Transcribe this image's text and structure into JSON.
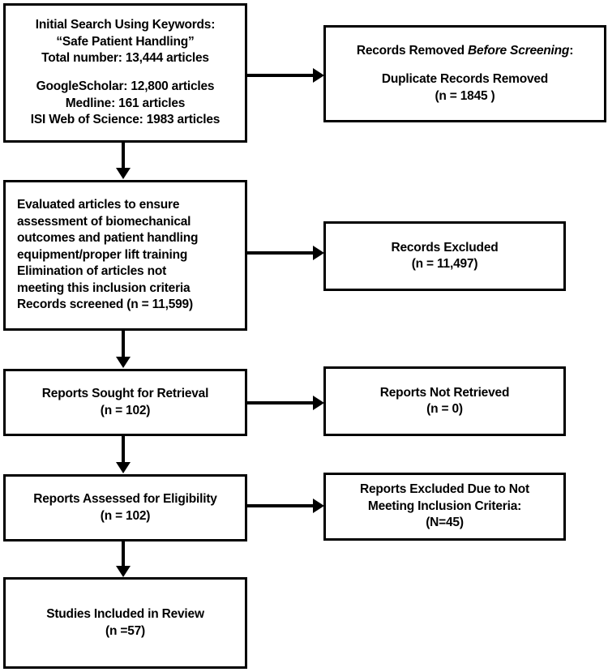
{
  "diagram": {
    "type": "prisma-flow-diagram",
    "title": "PRISMA study selection flow diagram",
    "background_color": "#ffffff",
    "line_color": "#000000"
  },
  "boxes": {
    "identification": {
      "line1": "Initial Search Using Keywords:",
      "line2": "“Safe Patient Handling”",
      "line3": "Total number: 13,444 articles",
      "line4": "GoogleScholar: 12,800 articles",
      "line5": "Medline: 161 articles",
      "line6": "ISI Web of Science: 1983 articles"
    },
    "removed_before_screening": {
      "line1_prefix": "Records Removed ",
      "line1_italic": "Before Screening",
      "line1_suffix": ":",
      "line2": "Duplicate Records Removed",
      "line3": "(n = 1845 )"
    },
    "screening": {
      "line1": "Evaluated articles to ensure",
      "line2": "assessment of biomechanical",
      "line3": "outcomes and patient handling",
      "line4": "equipment/proper lift training",
      "line5": "Elimination of articles not",
      "line6": "meeting this inclusion criteria",
      "line7": "Records screened (n = 11,599)"
    },
    "records_excluded": {
      "line1": "Records Excluded",
      "line2": "(n = 11,497)"
    },
    "reports_sought": {
      "line1": "Reports Sought for Retrieval",
      "line2": "(n = 102)"
    },
    "reports_not_retrieved": {
      "line1": "Reports Not Retrieved",
      "line2": "(n = 0)"
    },
    "reports_assessed": {
      "line1": "Reports Assessed for Eligibility",
      "line2": "(n = 102)"
    },
    "reports_excluded_eligibility": {
      "line1": "Reports Excluded Due to Not",
      "line2": "Meeting Inclusion Criteria:",
      "line3": "(N=45)"
    },
    "studies_included": {
      "line1": "Studies Included in Review",
      "line2": "(n =57)"
    }
  },
  "counts": {
    "total_articles": "13,444",
    "google_scholar": "12,800",
    "medline": "161",
    "isi_web_of_science": "1983",
    "duplicates_removed": "1845",
    "records_screened": "11,599",
    "records_excluded": "11,497",
    "reports_sought": "102",
    "reports_not_retrieved": "0",
    "reports_assessed": "102",
    "reports_excluded_eligibility": "45",
    "studies_included": "57"
  }
}
